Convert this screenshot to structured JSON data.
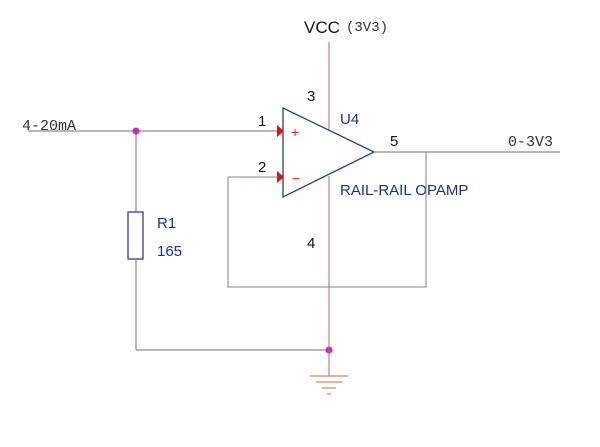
{
  "power": {
    "net": "VCC",
    "rail": "(3V3)"
  },
  "input": {
    "label": "4-20mA"
  },
  "output": {
    "label": "0-3V3"
  },
  "opamp": {
    "designator": "U4",
    "description": "RAIL-RAIL OPAMP",
    "pins": {
      "noninv": "1",
      "inv": "2",
      "vcc": "3",
      "gnd": "4",
      "out": "5"
    },
    "signs": {
      "plus": "+",
      "minus": "−"
    }
  },
  "resistor": {
    "designator": "R1",
    "value": "165"
  },
  "colors": {
    "wire": "#7a6e6c",
    "opamp_outline": "#2b3b8f",
    "component_text": "#1f2f8a",
    "pin_arrow": "#dd1111",
    "junction": "#cc22cc"
  }
}
